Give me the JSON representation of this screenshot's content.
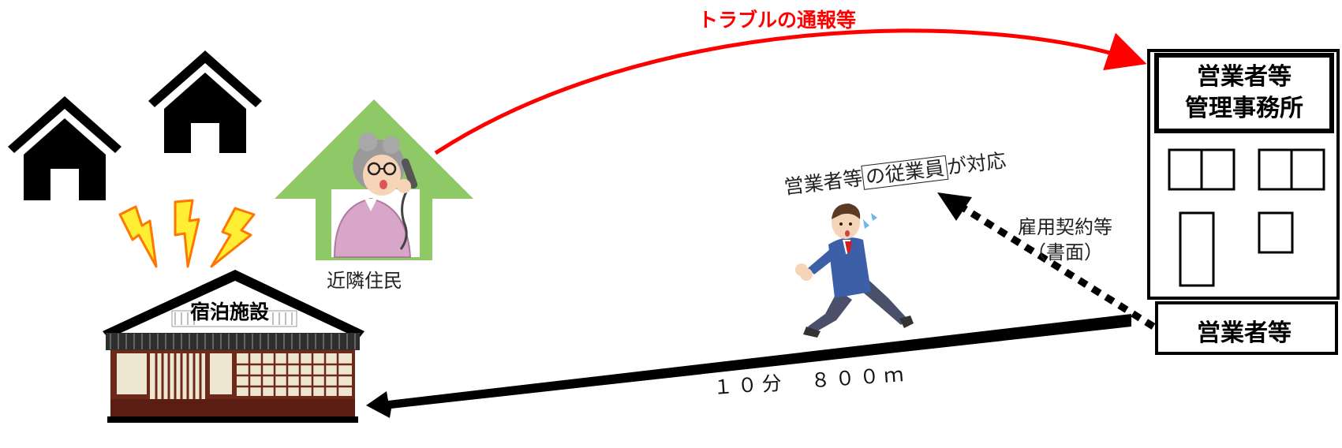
{
  "labels": {
    "office": [
      "営業者等",
      "管理事務所"
    ],
    "operator": "営業者等",
    "lodging": "宿泊施設",
    "resident": "近隣住民",
    "trouble_report": "トラブルの通報等",
    "employee_prefix": "営業者等",
    "employee_boxed": "の従業員",
    "employee_suffix": "が対応",
    "contract": [
      "雇用契約等",
      "（書面）"
    ],
    "distance": "１０分　８００ｍ"
  },
  "colors": {
    "trouble_arrow": "#ff0000",
    "house_green": "#8fc866",
    "lightning": "#ffee33",
    "lightning_stroke": "#ff7700",
    "suit": "#3d5fa8",
    "black": "#000000"
  },
  "icons": [
    "house-icon",
    "house-icon",
    "resident-house-icon",
    "lightning-icon",
    "lodging-building-icon",
    "running-employee-icon",
    "office-building-icon"
  ]
}
